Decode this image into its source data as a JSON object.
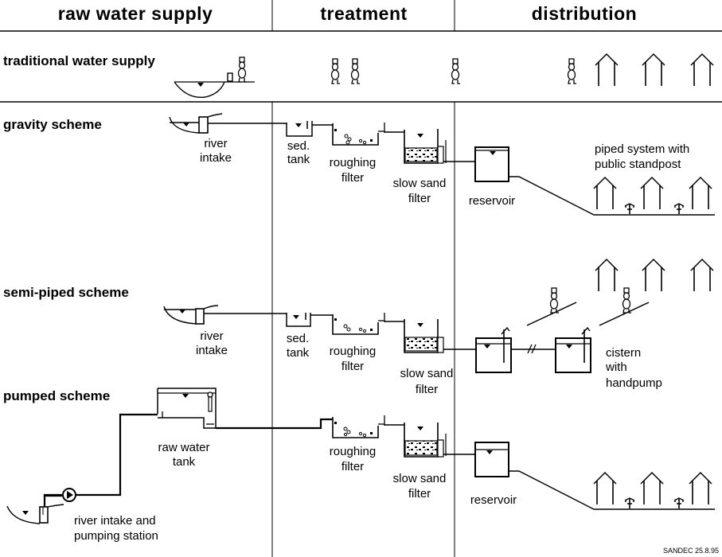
{
  "header": {
    "columns": [
      {
        "label": "raw water supply"
      },
      {
        "label": "treatment"
      },
      {
        "label": "distribution"
      }
    ]
  },
  "rows": {
    "traditional": {
      "title": "traditional water supply"
    },
    "gravity": {
      "title": "gravity scheme",
      "river_intake": [
        "river",
        "intake"
      ],
      "sed_tank": [
        "sed.",
        "tank"
      ],
      "roughing_filter": [
        "roughing",
        "filter"
      ],
      "slow_sand_filter": [
        "slow sand",
        "filter"
      ],
      "reservoir": "reservoir",
      "distribution_label": [
        "piped system with",
        "public standpost"
      ]
    },
    "semi_piped": {
      "title": "semi-piped scheme",
      "river_intake": [
        "river",
        "intake"
      ],
      "sed_tank": [
        "sed.",
        "tank"
      ],
      "roughing_filter": [
        "roughing",
        "filter"
      ],
      "slow_sand_filter": [
        "slow sand",
        "filter"
      ],
      "cistern_label": [
        "cistern",
        "with",
        "handpump"
      ]
    },
    "pumped": {
      "title": "pumped scheme",
      "raw_water_tank": [
        "raw water",
        "tank"
      ],
      "river_intake_pumping": [
        "river intake and",
        "pumping station"
      ],
      "roughing_filter": [
        "roughing",
        "filter"
      ],
      "slow_sand_filter": [
        "slow sand",
        "filter"
      ],
      "reservoir": "reservoir"
    }
  },
  "footer": {
    "credit": "SANDEC 25.8.95"
  },
  "icons": {
    "person": "water-carrier-figure",
    "house": "house-outline",
    "standpost": "public-standpost-tap",
    "pump": "pump-circle",
    "water_level": "water-level-triangle"
  }
}
